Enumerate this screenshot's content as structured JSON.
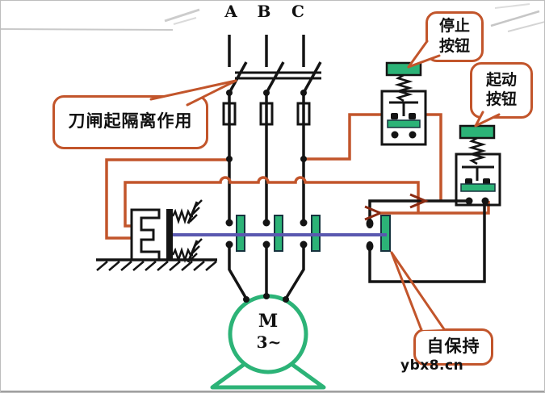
{
  "diagram": {
    "phase_labels": [
      "A",
      "B",
      "C"
    ],
    "callouts": {
      "knife_switch": {
        "text": "刀闸起隔离作用"
      },
      "stop_button": {
        "line1": "停止",
        "line2": "按钮"
      },
      "start_button": {
        "line1": "起动",
        "line2": "按钮"
      },
      "self_hold": {
        "text": "自保持"
      }
    },
    "motor": {
      "symbol": "M",
      "phase": "3~"
    },
    "watermark": "ybx8.cn",
    "colors": {
      "wire_orange": "#c2552b",
      "component_green": "#2cb377",
      "linkage_blue": "#5a58b0",
      "line_black": "#141414"
    }
  }
}
